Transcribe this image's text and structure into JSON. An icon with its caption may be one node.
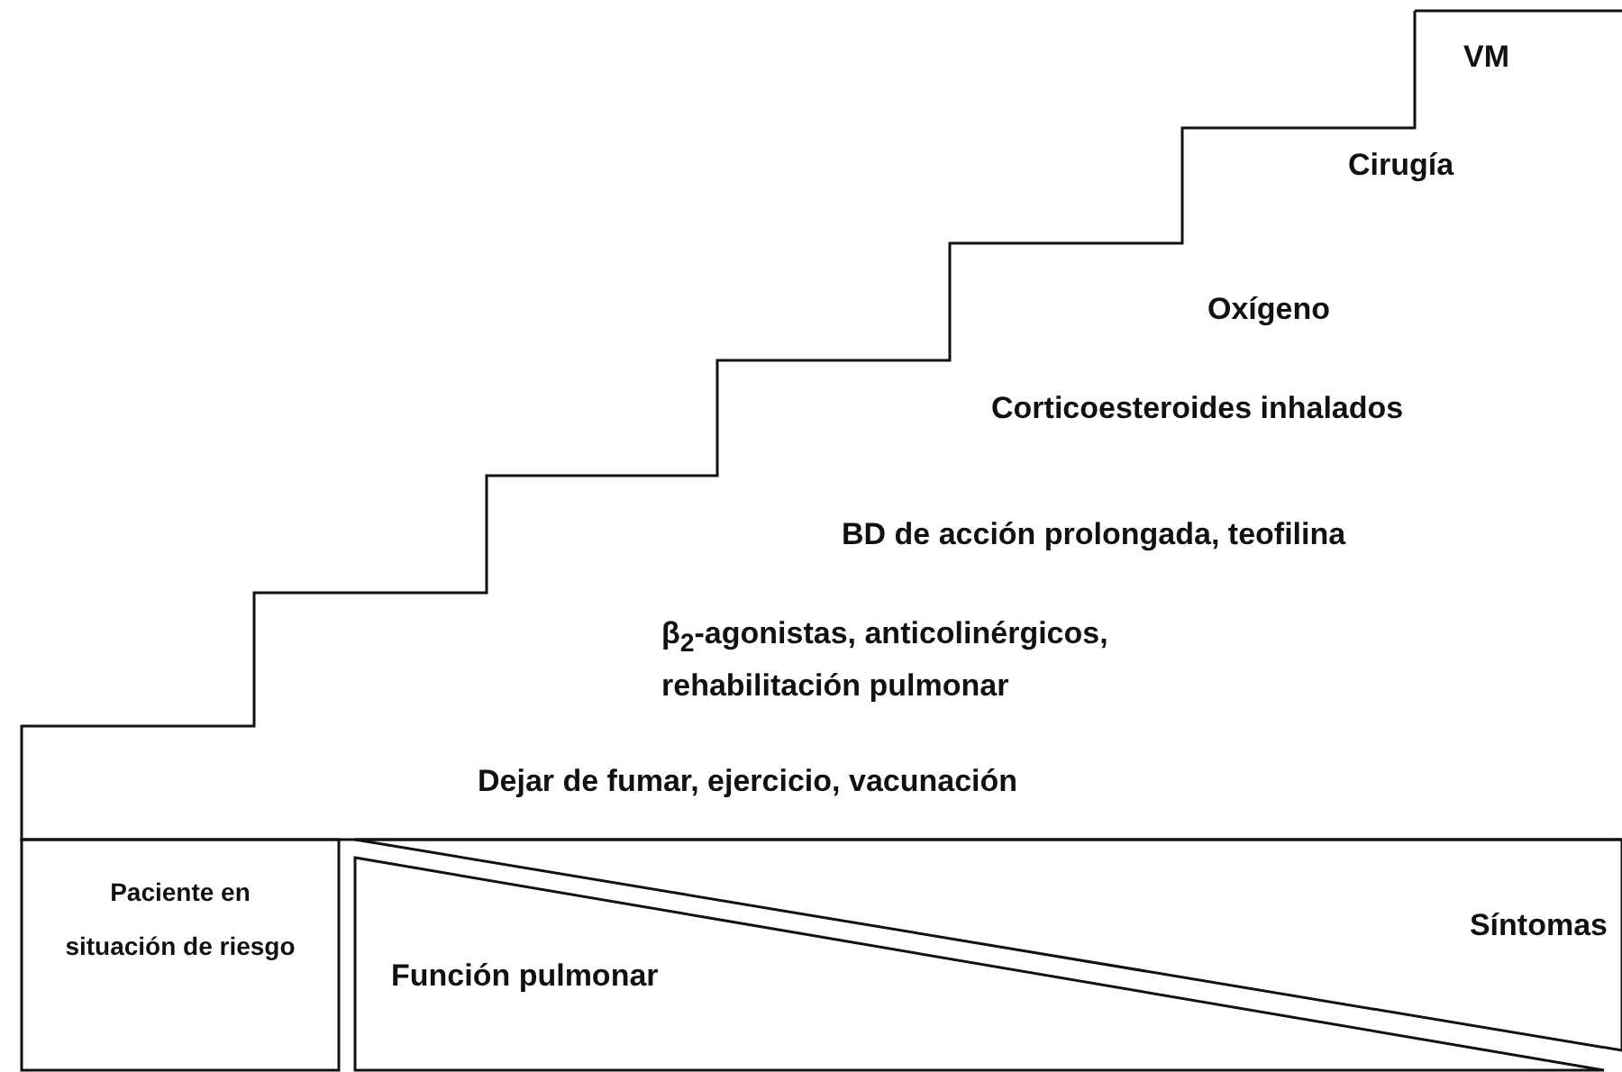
{
  "diagram": {
    "nodes": [
      {
        "text": [
          "VM",
          "Cirugía",
          "Oxígeno",
          "Corticoesteroides  inhalados",
          "BD de acción prolongada, teofilina",
          "β$_{2}$-agonistas, anticolinérgicos, rehabilitación pulmonar",
          "Dejar de fumar, ejercicio, vacunación"
        ]
      },
      {
        "text": [
          "Paciente en situación de riesgo"
        ]
      },
      {
        "text": [
          "Síntomas"
        ]
      },
      {
        "text": [
          "Función pulmonar"
        ]
      }
    ]
  }
}
